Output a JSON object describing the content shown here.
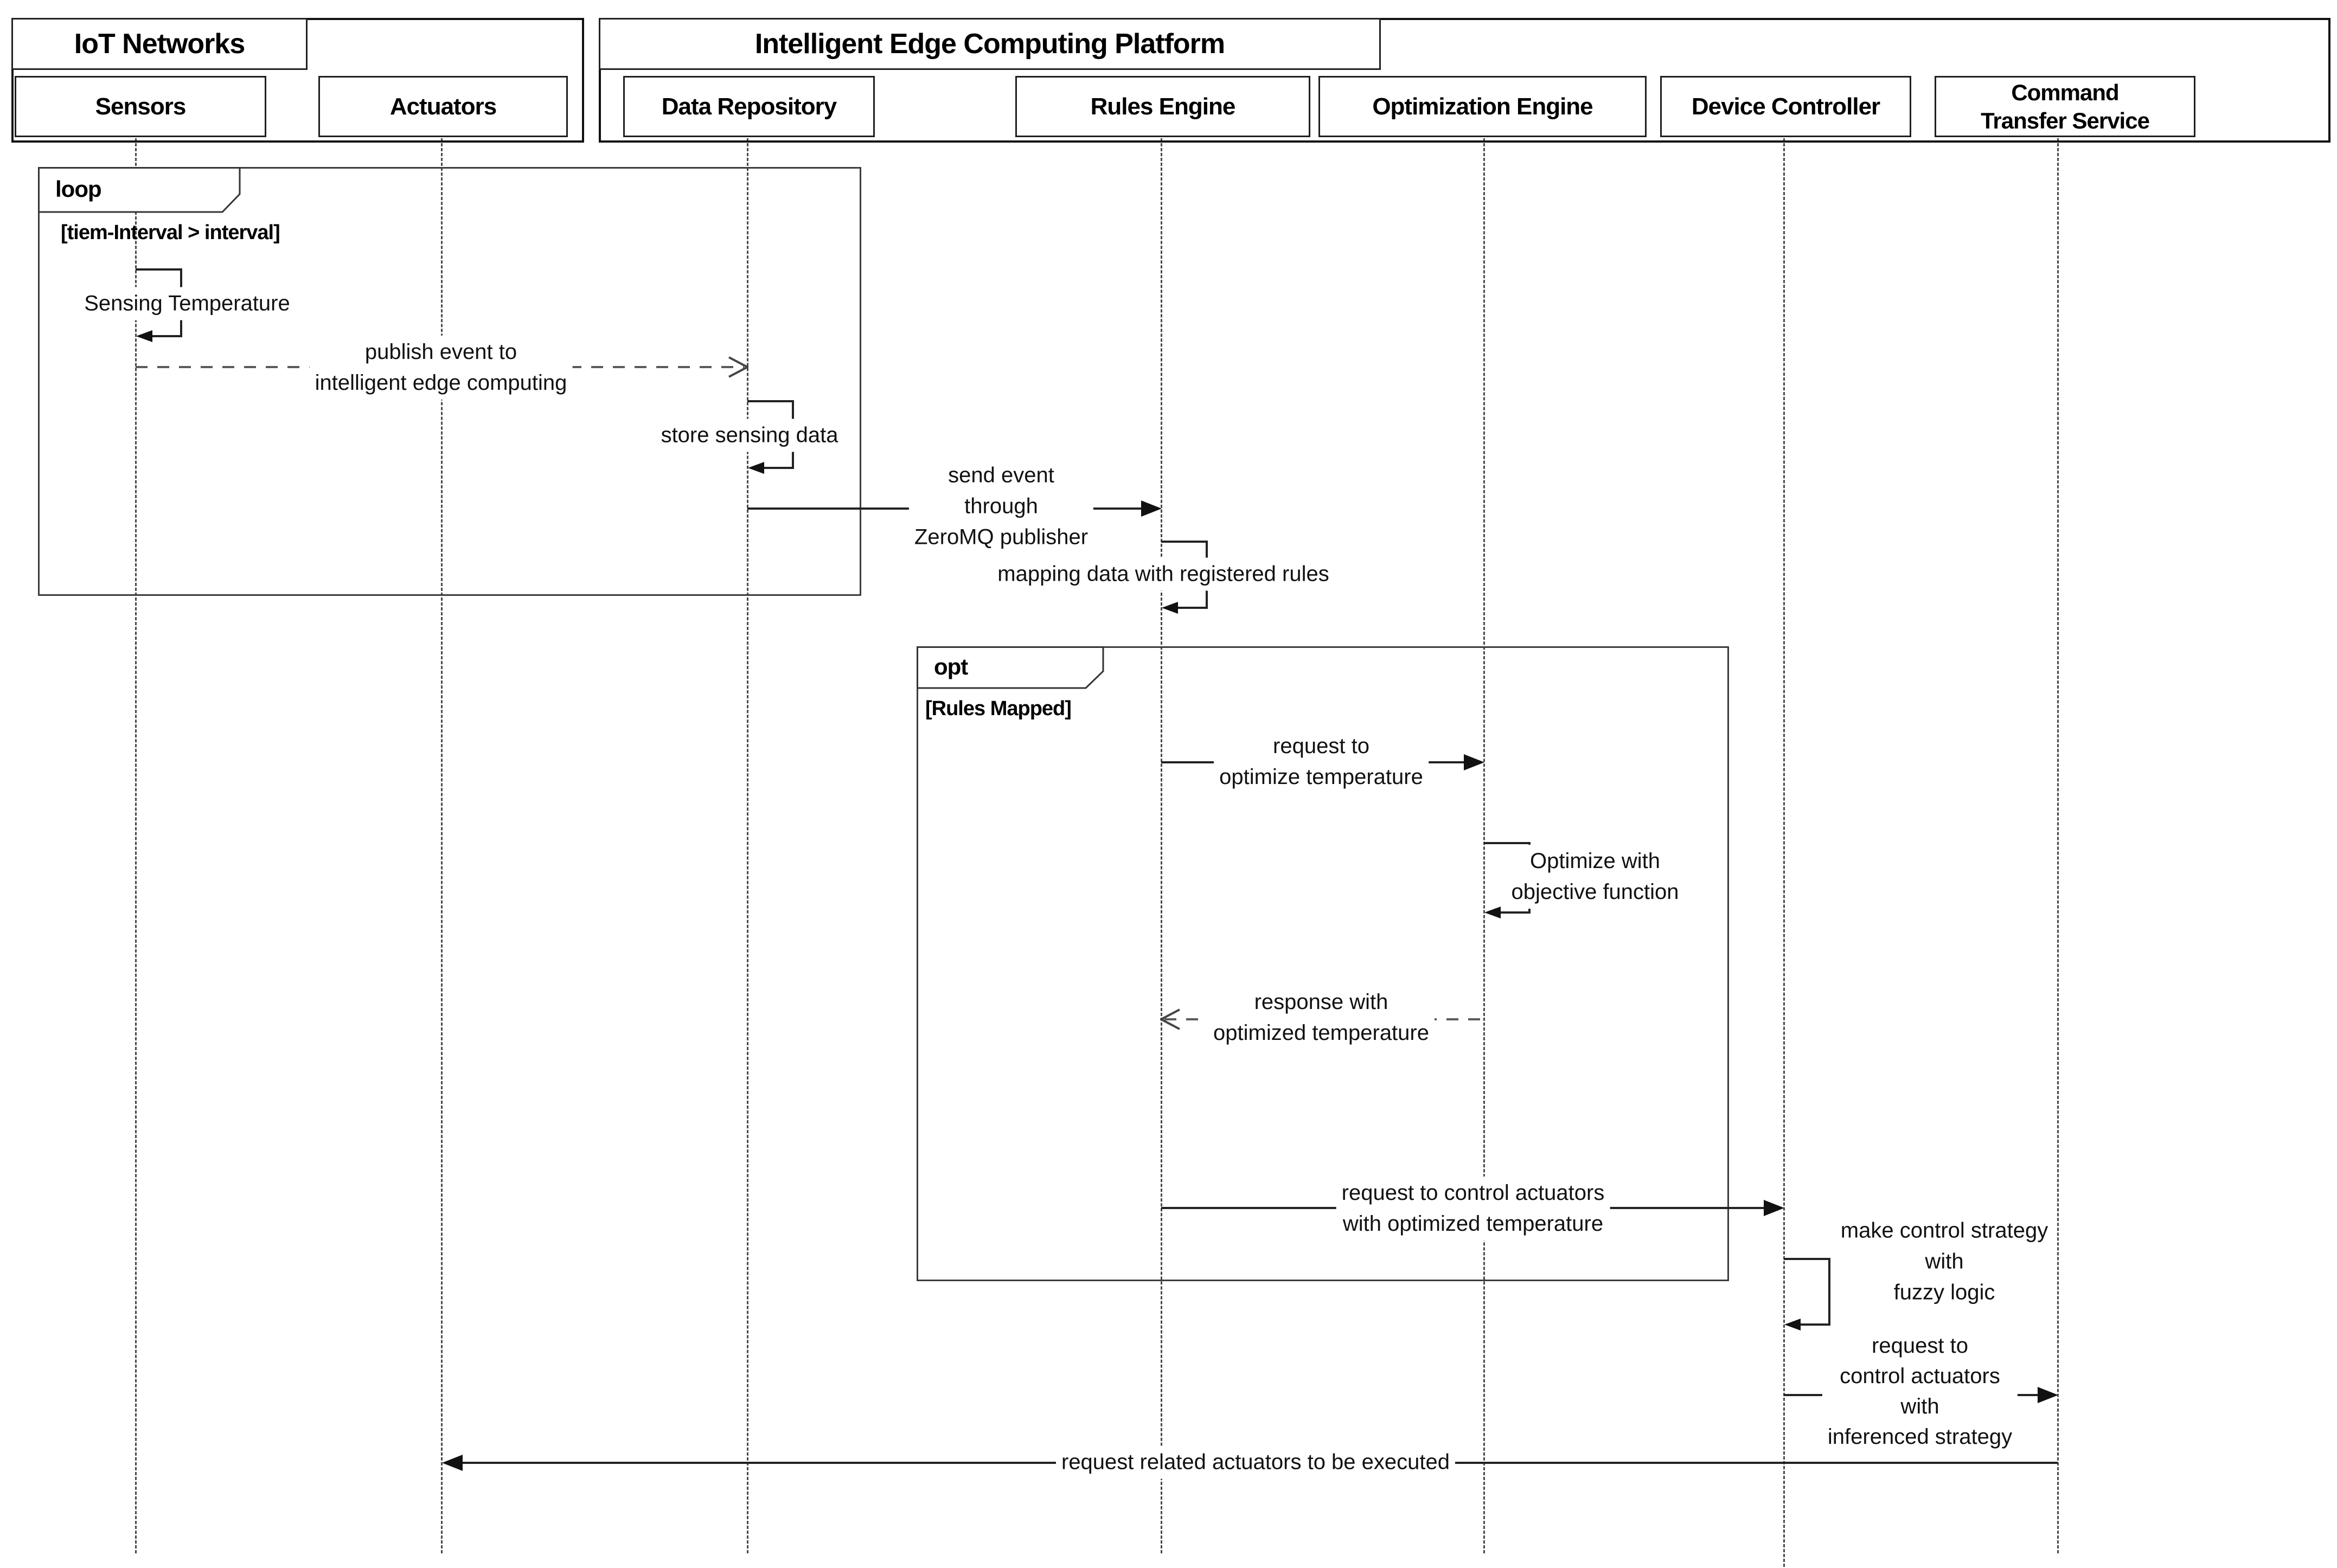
{
  "groups": {
    "iot": {
      "title": "IoT Networks"
    },
    "platform": {
      "title": "Intelligent Edge Computing Platform"
    }
  },
  "participants": {
    "sensors": {
      "label": "Sensors"
    },
    "actuators": {
      "label": "Actuators"
    },
    "data_repository": {
      "label": "Data Repository"
    },
    "rules_engine": {
      "label": "Rules Engine"
    },
    "optimization_engine": {
      "label": "Optimization Engine"
    },
    "device_controller": {
      "label": "Device Controller"
    },
    "command_transfer_service": {
      "label": "Command\nTransfer Service"
    }
  },
  "fragments": {
    "loop": {
      "label": "loop",
      "condition": "[tiem-Interval > interval]"
    },
    "opt": {
      "label": "opt",
      "condition": "[Rules Mapped]"
    }
  },
  "messages": {
    "sensing_temperature": {
      "label": "Sensing Temperature"
    },
    "publish_event": {
      "label": "publish event to\nintelligent edge computing"
    },
    "store_sensing_data": {
      "label": "store sensing data"
    },
    "send_event": {
      "label": "send event\nthrough\nZeroMQ publisher"
    },
    "mapping_data": {
      "label": "mapping data with registered rules"
    },
    "request_optimize": {
      "label": "request to\noptimize temperature"
    },
    "optimize_objective": {
      "label": "Optimize with\nobjective function"
    },
    "response_optimized": {
      "label": "response with\noptimized temperature"
    },
    "request_control_optimized": {
      "label": "request to control actuators\nwith optimized temperature"
    },
    "make_control_strategy": {
      "label": "make control strategy\nwith\nfuzzy logic"
    },
    "request_control_inferenced": {
      "label": "request to\ncontrol actuators\nwith\ninferenced strategy"
    },
    "request_related_actuators": {
      "label": "request related actuators to be executed"
    }
  }
}
